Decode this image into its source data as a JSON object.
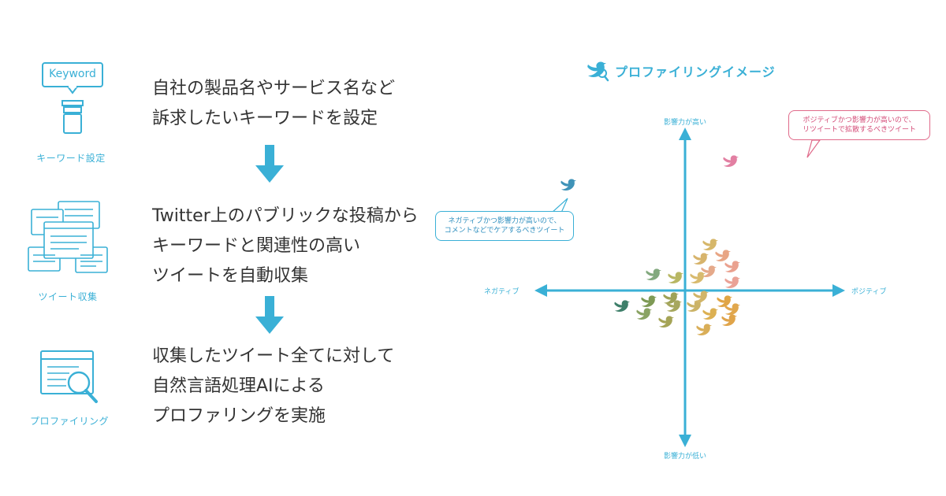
{
  "steps": [
    {
      "icon": "keyword-speech-bubble-icon",
      "icon_text": "Keyword",
      "label": "キーワード設定",
      "lines": [
        "自社の製品名やサービス名など",
        "訴求したいキーワードを設定"
      ]
    },
    {
      "icon": "tweet-windows-icon",
      "label": "ツイート収集",
      "lines": [
        "Twitter上のパブリックな投稿から",
        "キーワードと関連性の高い",
        "ツイートを自動収集"
      ]
    },
    {
      "icon": "magnifier-window-icon",
      "label": "プロファイリング",
      "lines": [
        "収集したツイート全てに対して",
        "自然言語処理AIによる",
        "プロファリングを実施"
      ]
    }
  ],
  "colors": {
    "accent": "#3ab0d6",
    "callout_pink": "#e06a8a",
    "callout_blue": "#3ab0d6"
  },
  "chart": {
    "title": "プロファイリングイメージ",
    "title_icon": "bird-magnifier-icon",
    "axis_top": "影響力が高い",
    "axis_bottom": "影響力が低い",
    "axis_left": "ネガティブ",
    "axis_right": "ポジティブ",
    "callout_positive": [
      "ポジティブかつ影響力が高いので、",
      "リツイートで拡散するべきツイート"
    ],
    "callout_negative": [
      "ネガティブかつ影響力が高いので、",
      "コメントなどでケアするべきツイート"
    ]
  },
  "chart_data": {
    "type": "scatter",
    "x_axis_range": [
      -1,
      1
    ],
    "y_axis_range": [
      -1,
      1
    ],
    "grid": false,
    "points": [
      {
        "x": 0.29,
        "y": 0.82,
        "color": "#e27fa2"
      },
      {
        "x": -0.74,
        "y": 0.67,
        "color": "#3f93b8"
      },
      {
        "x": 0.16,
        "y": 0.29,
        "color": "#d6b76a"
      },
      {
        "x": 0.24,
        "y": 0.22,
        "color": "#e8a584"
      },
      {
        "x": 0.3,
        "y": 0.15,
        "color": "#eaa18f"
      },
      {
        "x": 0.1,
        "y": 0.2,
        "color": "#d7b46c"
      },
      {
        "x": 0.15,
        "y": 0.12,
        "color": "#e5a98a"
      },
      {
        "x": 0.3,
        "y": 0.05,
        "color": "#eaa296"
      },
      {
        "x": 0.08,
        "y": 0.08,
        "color": "#d8bb6f"
      },
      {
        "x": -0.2,
        "y": 0.1,
        "color": "#82a97e"
      },
      {
        "x": -0.06,
        "y": 0.08,
        "color": "#b8b764"
      },
      {
        "x": -0.4,
        "y": -0.1,
        "color": "#3e7f6a"
      },
      {
        "x": -0.23,
        "y": -0.07,
        "color": "#7e9a55"
      },
      {
        "x": -0.09,
        "y": -0.05,
        "color": "#9ea257"
      },
      {
        "x": -0.07,
        "y": -0.1,
        "color": "#a6a75e"
      },
      {
        "x": -0.26,
        "y": -0.15,
        "color": "#8aa363"
      },
      {
        "x": -0.12,
        "y": -0.2,
        "color": "#a5a456"
      },
      {
        "x": 0.06,
        "y": -0.1,
        "color": "#cbb367"
      },
      {
        "x": 0.1,
        "y": -0.04,
        "color": "#d1b569"
      },
      {
        "x": 0.3,
        "y": -0.12,
        "color": "#e1a74d"
      },
      {
        "x": 0.25,
        "y": -0.07,
        "color": "#e0a545"
      },
      {
        "x": 0.16,
        "y": -0.15,
        "color": "#dcb052"
      },
      {
        "x": 0.28,
        "y": -0.19,
        "color": "#e0a44a"
      },
      {
        "x": 0.12,
        "y": -0.25,
        "color": "#d9ae58"
      }
    ]
  }
}
